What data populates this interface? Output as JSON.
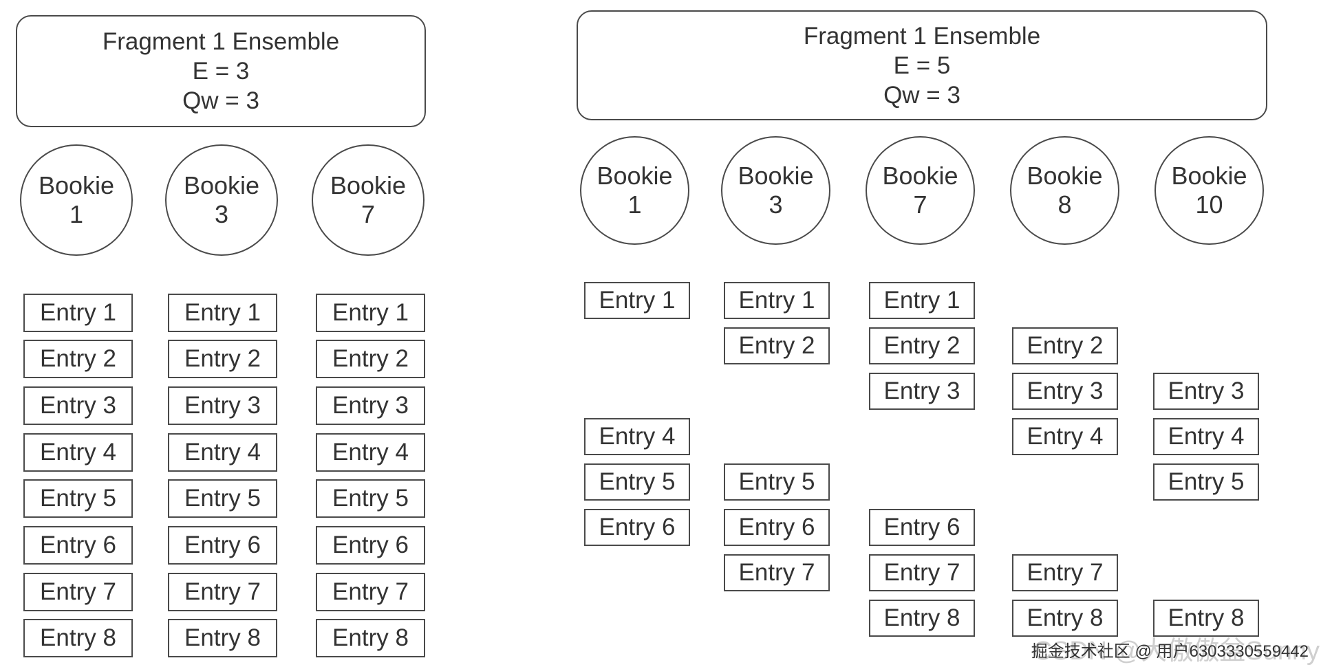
{
  "left_diagram": {
    "fragment": {
      "title": "Fragment 1 Ensemble",
      "e_label": "E = 3",
      "qw_label": "Qw = 3"
    },
    "bookies": [
      {
        "name": "Bookie",
        "number": "1",
        "entries": [
          "Entry 1",
          "Entry 2",
          "Entry 3",
          "Entry 4",
          "Entry 5",
          "Entry 6",
          "Entry 7",
          "Entry 8"
        ]
      },
      {
        "name": "Bookie",
        "number": "3",
        "entries": [
          "Entry 1",
          "Entry 2",
          "Entry 3",
          "Entry 4",
          "Entry 5",
          "Entry 6",
          "Entry 7",
          "Entry 8"
        ]
      },
      {
        "name": "Bookie",
        "number": "7",
        "entries": [
          "Entry 1",
          "Entry 2",
          "Entry 3",
          "Entry 4",
          "Entry 5",
          "Entry 6",
          "Entry 7",
          "Entry 8"
        ]
      }
    ]
  },
  "right_diagram": {
    "fragment": {
      "title": "Fragment 1 Ensemble",
      "e_label": "E = 5",
      "qw_label": "Qw = 3"
    },
    "bookies": [
      {
        "name": "Bookie",
        "number": "1",
        "entries": [
          "Entry 1",
          "Entry 4",
          "Entry 5",
          "Entry 6"
        ]
      },
      {
        "name": "Bookie",
        "number": "3",
        "entries": [
          "Entry 1",
          "Entry 2",
          "Entry 5",
          "Entry 6",
          "Entry 7"
        ]
      },
      {
        "name": "Bookie",
        "number": "7",
        "entries": [
          "Entry 1",
          "Entry 2",
          "Entry 3",
          "Entry 6",
          "Entry 7",
          "Entry 8"
        ]
      },
      {
        "name": "Bookie",
        "number": "8",
        "entries": [
          "Entry 2",
          "Entry 3",
          "Entry 4",
          "Entry 7",
          "Entry 8"
        ]
      },
      {
        "name": "Bookie",
        "number": "10",
        "entries": [
          "Entry 3",
          "Entry 4",
          "Entry 5",
          "Entry 8"
        ]
      }
    ]
  },
  "watermark": {
    "text": "掘金技术社区 @ 用户6303330559442",
    "ghost_text": "CSDN @大傲傲盆Sunny"
  }
}
